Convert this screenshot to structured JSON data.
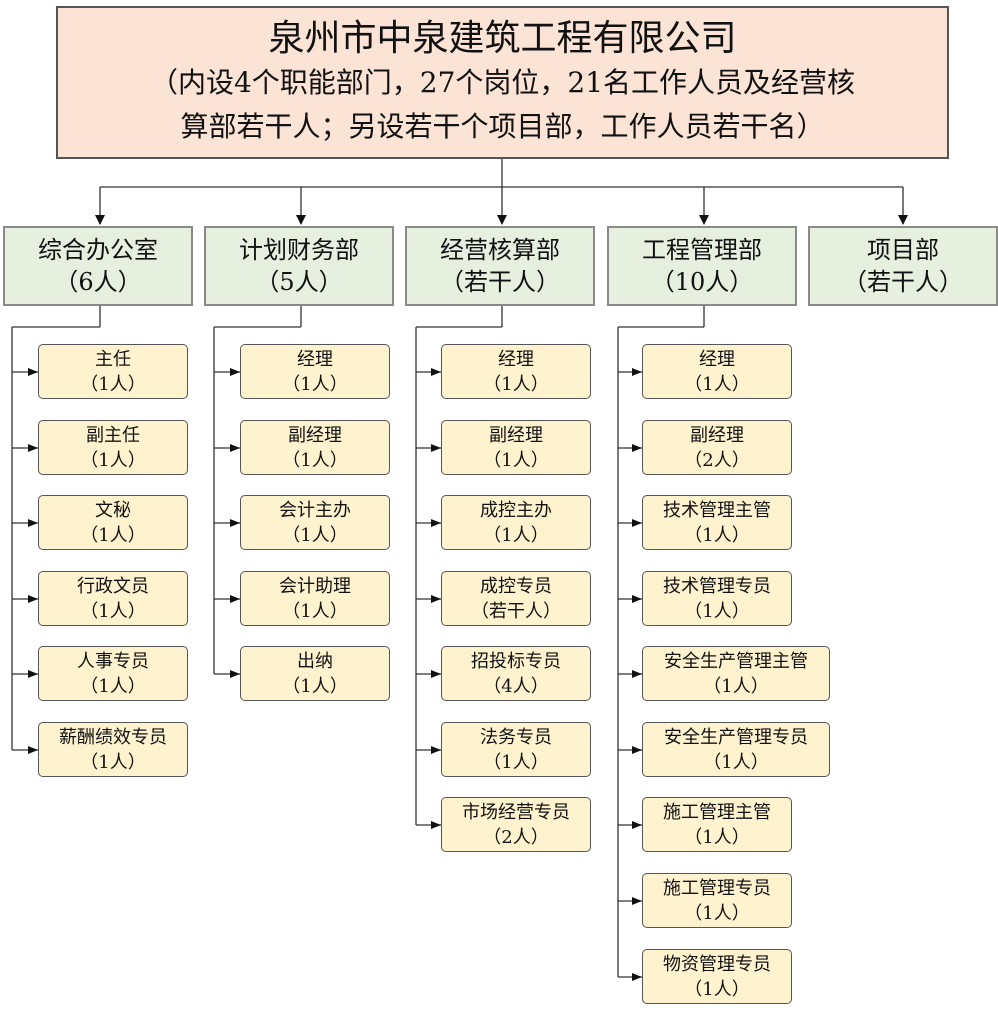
{
  "company": {
    "name": "泉州市中泉建筑工程有限公司",
    "desc_line1": "（内设4个职能部门，27个岗位，21名工作人员及经营核",
    "desc_line2": "算部若干人；另设若干个项目部，工作人员若干名）"
  },
  "departments": [
    {
      "name": "综合办公室",
      "count": "（6人）",
      "positions": [
        {
          "title": "主任",
          "count": "（1人）"
        },
        {
          "title": "副主任",
          "count": "（1人）"
        },
        {
          "title": "文秘",
          "count": "（1人）"
        },
        {
          "title": "行政文员",
          "count": "（1人）"
        },
        {
          "title": "人事专员",
          "count": "（1人）"
        },
        {
          "title": "薪酬绩效专员",
          "count": "（1人）"
        }
      ]
    },
    {
      "name": "计划财务部",
      "count": "（5人）",
      "positions": [
        {
          "title": "经理",
          "count": "（1人）"
        },
        {
          "title": "副经理",
          "count": "（1人）"
        },
        {
          "title": "会计主办",
          "count": "（1人）"
        },
        {
          "title": "会计助理",
          "count": "（1人）"
        },
        {
          "title": "出纳",
          "count": "（1人）"
        }
      ]
    },
    {
      "name": "经营核算部",
      "count": "（若干人）",
      "positions": [
        {
          "title": "经理",
          "count": "（1人）"
        },
        {
          "title": "副经理",
          "count": "（1人）"
        },
        {
          "title": "成控主办",
          "count": "（1人）"
        },
        {
          "title": "成控专员",
          "count": "（若干人）"
        },
        {
          "title": "招投标专员",
          "count": "（4人）"
        },
        {
          "title": "法务专员",
          "count": "（1人）"
        },
        {
          "title": "市场经营专员",
          "count": "（2人）"
        }
      ]
    },
    {
      "name": "工程管理部",
      "count": "（10人）",
      "positions": [
        {
          "title": "经理",
          "count": "（1人）"
        },
        {
          "title": "副经理",
          "count": "（2人）"
        },
        {
          "title": "技术管理主管",
          "count": "（1人）"
        },
        {
          "title": "技术管理专员",
          "count": "（1人）"
        },
        {
          "title": "安全生产管理主管",
          "count": "（1人）"
        },
        {
          "title": "安全生产管理专员",
          "count": "（1人）"
        },
        {
          "title": "施工管理主管",
          "count": "（1人）"
        },
        {
          "title": "施工管理专员",
          "count": "（1人）"
        },
        {
          "title": "物资管理专员",
          "count": "（1人）"
        }
      ]
    },
    {
      "name": "项目部",
      "count": "（若干人）",
      "positions": []
    }
  ]
}
